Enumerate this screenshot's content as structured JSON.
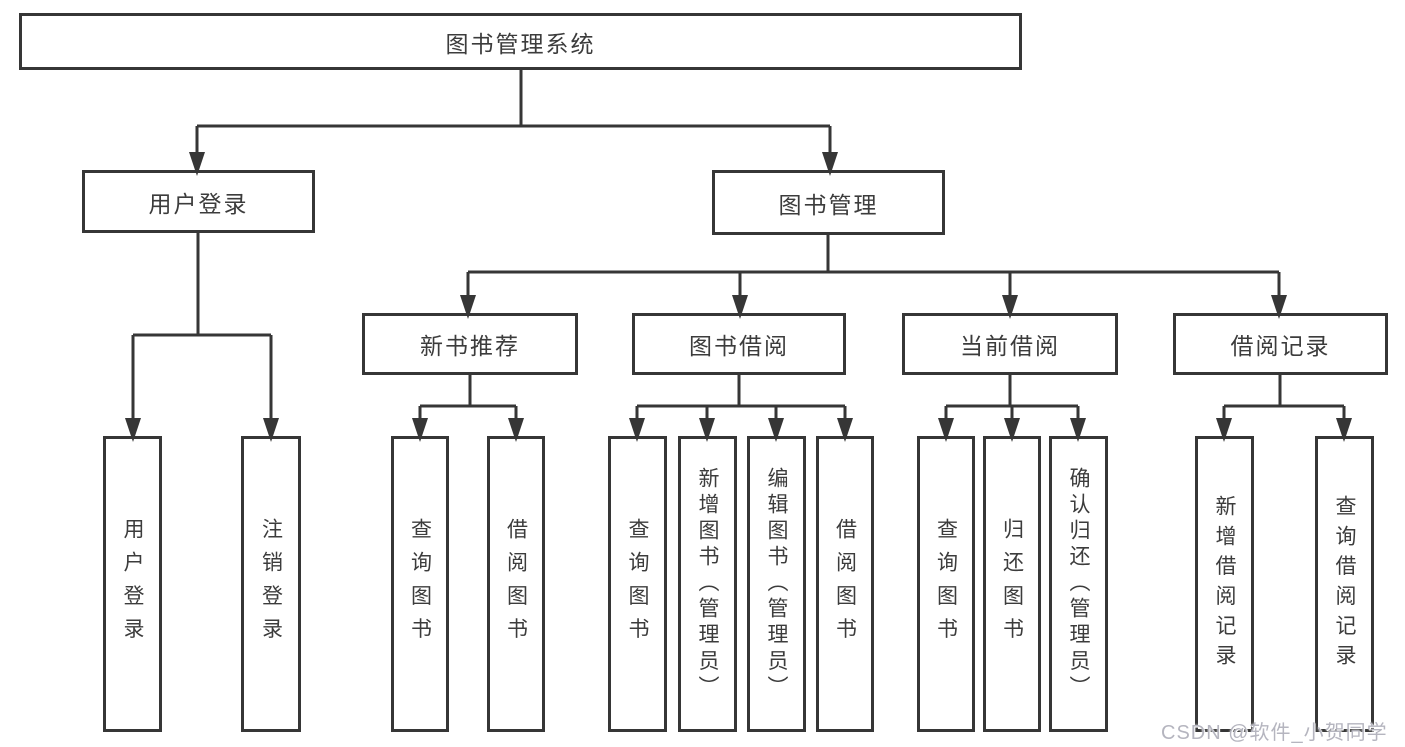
{
  "tree": {
    "root": {
      "label": "图书管理系统"
    },
    "branches": [
      {
        "label": "用户登录",
        "children": [
          {
            "label": "用户登录"
          },
          {
            "label": "注销登录"
          }
        ]
      },
      {
        "label": "图书管理",
        "children": [
          {
            "label": "新书推荐",
            "children": [
              {
                "label": "查询图书"
              },
              {
                "label": "借阅图书"
              }
            ]
          },
          {
            "label": "图书借阅",
            "children": [
              {
                "label": "查询图书"
              },
              {
                "label": "新增图书（管理员）"
              },
              {
                "label": "编辑图书（管理员）"
              },
              {
                "label": "借阅图书"
              }
            ]
          },
          {
            "label": "当前借阅",
            "children": [
              {
                "label": "查询图书"
              },
              {
                "label": "归还图书"
              },
              {
                "label": "确认归还（管理员）"
              }
            ]
          },
          {
            "label": "借阅记录",
            "children": [
              {
                "label": "新增借阅记录"
              },
              {
                "label": "查询借阅记录"
              }
            ]
          }
        ]
      }
    ]
  },
  "watermark": "CSDN @软件_小贺同学",
  "colors": {
    "line": "#363636",
    "text": "#3c3c3c",
    "watermark": "#b5b5bf",
    "background": "#ffffff"
  }
}
